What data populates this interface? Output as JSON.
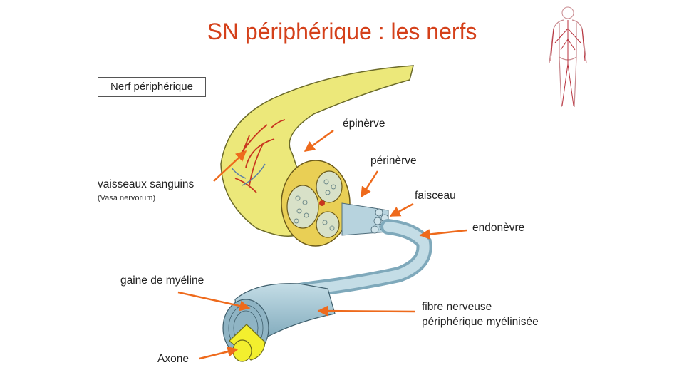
{
  "title": "SN périphérique : les nerfs",
  "box_label": "Nerf périphérique",
  "labels": {
    "epinevre": "épinèrve",
    "perinevre": "périnèrve",
    "faisceau": "faisceau",
    "endonevre": "endonèvre",
    "vaisseaux": "vaisseaux sanguins",
    "vaisseaux_sub": "(Vasa nervorum)",
    "gaine": "gaine de myéline",
    "fibre_line1": "fibre nerveuse",
    "fibre_line2": "périphérique myélinisée",
    "axone": "Axone"
  },
  "colors": {
    "title": "#d4401a",
    "arrow": "#ee6a1c",
    "nerve_yellow": "#ece87a",
    "fiber_blue": "#9fc6d6",
    "axon_yellow": "#f3ef2e",
    "vessel_red": "#c8361f"
  }
}
